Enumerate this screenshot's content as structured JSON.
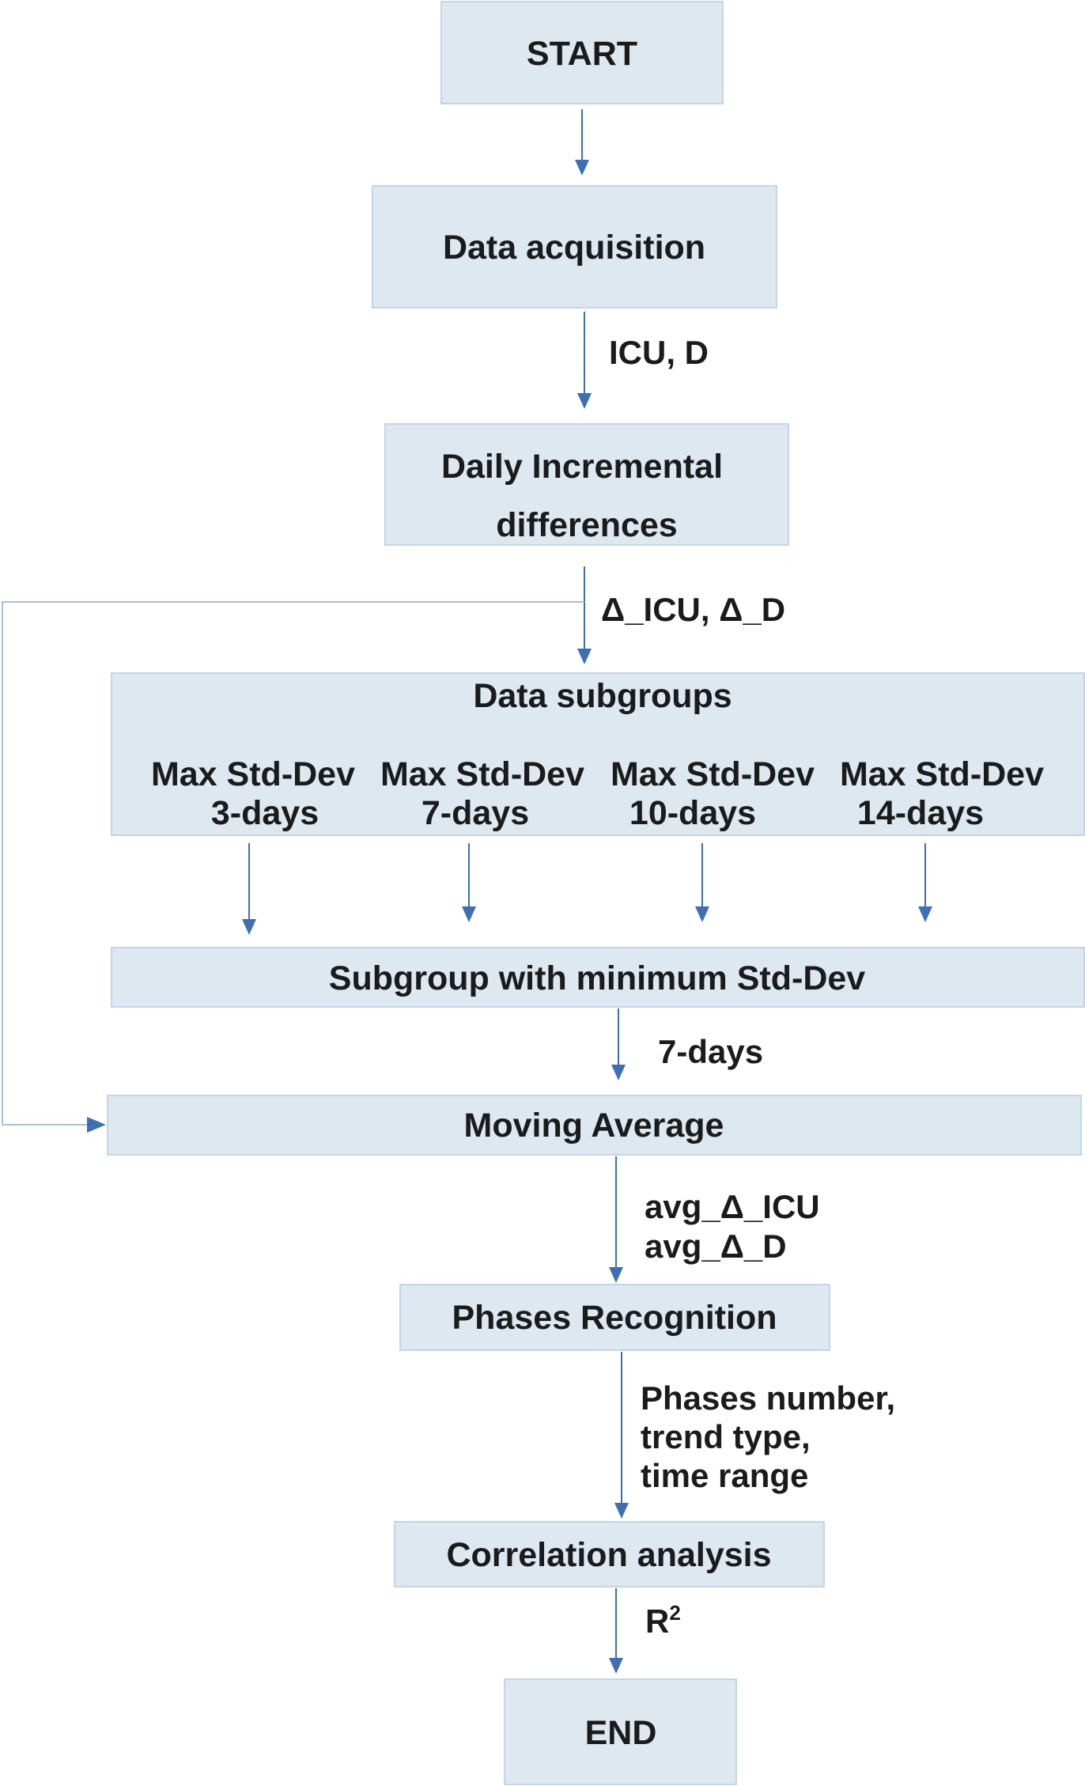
{
  "nodes": {
    "start": "START",
    "data_acquisition": "Data acquisition",
    "daily_incremental": [
      "Daily Incremental",
      "differences"
    ],
    "data_subgroups": {
      "title": "Data subgroups",
      "items": [
        {
          "line1": "Max Std-Dev",
          "line2": "3-days"
        },
        {
          "line1": "Max Std-Dev",
          "line2": "7-days"
        },
        {
          "line1": "Max Std-Dev",
          "line2": "10-days"
        },
        {
          "line1": "Max Std-Dev",
          "line2": "14-days"
        }
      ]
    },
    "subgroup_min": "Subgroup with minimum Std-Dev",
    "moving_average": "Moving Average",
    "phases_recognition": "Phases Recognition",
    "correlation_analysis": "Correlation analysis",
    "end": "END"
  },
  "edges": {
    "icu_d": "ICU, D",
    "delta_icu_d": "Δ_ICU, Δ_D",
    "seven_days": "7-days",
    "avg_lines": [
      "avg_Δ_ICU",
      "avg_Δ_D"
    ],
    "phases_lines": [
      "Phases number,",
      "trend type,",
      "time range"
    ],
    "r2_base": "R",
    "r2_sup": "2"
  },
  "colors": {
    "box_fill": "#dde8f1",
    "arrow": "#3f6fb3"
  }
}
